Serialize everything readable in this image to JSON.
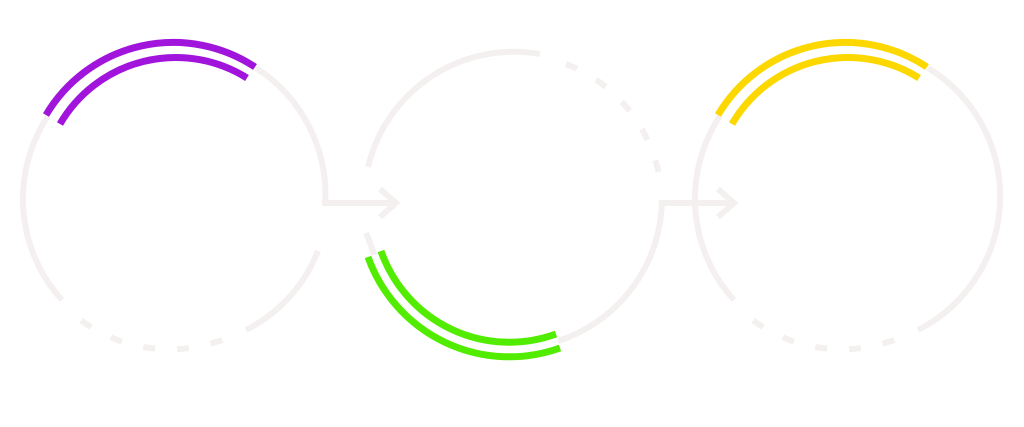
{
  "colors": {
    "ring": "#f4f0f0",
    "background": "#ffffff"
  },
  "steps": [
    {
      "name": "step-1",
      "accent": "#a114dc",
      "accent_position": "top"
    },
    {
      "name": "step-2",
      "accent": "#52ec00",
      "accent_position": "bottom"
    },
    {
      "name": "step-3",
      "accent": "#fcd800",
      "accent_position": "top"
    }
  ],
  "connectors": [
    {
      "from": "step-1",
      "to": "step-2",
      "icon": "arrow-right-icon"
    },
    {
      "from": "step-2",
      "to": "step-3",
      "icon": "arrow-right-icon"
    }
  ]
}
